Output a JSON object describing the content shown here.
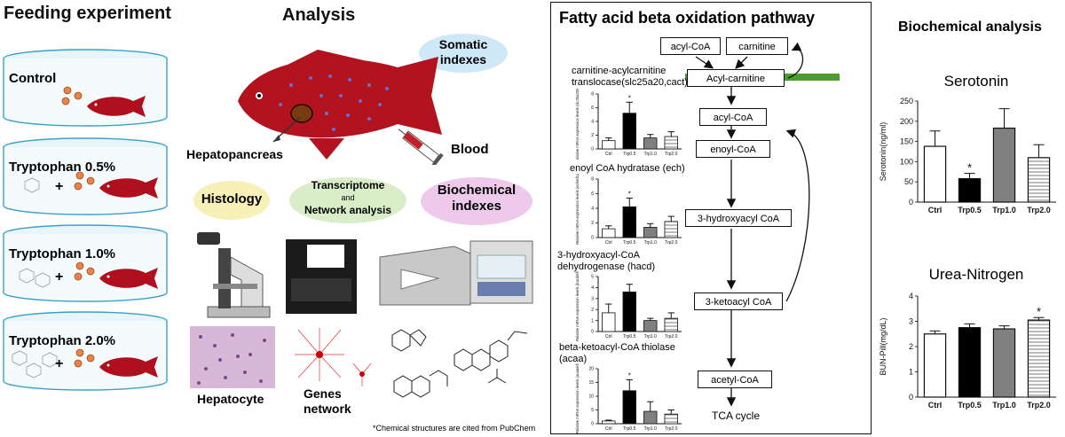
{
  "panels": {
    "feeding": {
      "title": "Feeding experiment",
      "groups": [
        "Control",
        "Tryptophan 0.5%",
        "Tryptophan 1.0%",
        "Tryptophan 2.0%"
      ],
      "plus": "+"
    },
    "analysis": {
      "title": "Analysis",
      "somatic": "Somatic indexes",
      "hepatopancreas": "Hepatopancreas",
      "blood": "Blood",
      "histology": "Histology",
      "transcriptome_1": "Transcriptome",
      "transcriptome_and": "and",
      "transcriptome_2": "Network analysis",
      "biochem_idx": "Biochemical indexes",
      "hepatocyte": "Hepatocyte",
      "genes_network": "Genes network",
      "footnote": "*Chemical structures are cited from PubChem"
    },
    "pathway": {
      "title": "Fatty acid beta oxidation pathway",
      "nodes": [
        "acyl-CoA",
        "carnitine",
        "Acyl-carnitine",
        "acyl-CoA",
        "enoyl-CoA",
        "3-hydroxyacyl CoA",
        "3-ketoacyl CoA",
        "acetyl-CoA"
      ],
      "end": "TCA cycle",
      "gene_labels": [
        "carnitine-acylcarnitine translocase(slc25a20,cact)",
        "enoyl CoA hydratase (ech)",
        "3-hydroxyacyl-CoA dehydrogenase (hacd)",
        "beta-ketoacyl-CoA thiolase (acaa)"
      ]
    },
    "biochem": {
      "title": "Biochemical analysis"
    }
  },
  "chart_data": [
    {
      "type": "bar",
      "title": "Serotonin",
      "categories": [
        "Ctrl",
        "Trp0.5",
        "Trp1.0",
        "Trp2.0"
      ],
      "values": [
        138,
        58,
        183,
        110
      ],
      "errors": [
        38,
        13,
        48,
        32
      ],
      "ylabel": "Serotonin(ng/ml)",
      "ylim": [
        0,
        250
      ],
      "yticks": [
        0,
        50,
        100,
        150,
        200,
        250
      ],
      "significant": "*",
      "sig_index": 1,
      "fills": [
        "#ffffff",
        "#000000",
        "#808080",
        "stripe"
      ]
    },
    {
      "type": "bar",
      "title": "Urea-Nitrogen",
      "categories": [
        "Ctrl",
        "Trp0.5",
        "Trp1.0",
        "Trp2.0"
      ],
      "values": [
        2.5,
        2.75,
        2.7,
        3.05
      ],
      "errors": [
        0.12,
        0.15,
        0.12,
        0.1
      ],
      "ylabel": "BUN-Pill(mg/dL)",
      "ylim": [
        0,
        4
      ],
      "yticks": [
        0,
        1,
        2,
        3,
        4
      ],
      "significant": "*",
      "sig_index": 3,
      "fills": [
        "#ffffff",
        "#000000",
        "#808080",
        "stripe"
      ]
    },
    {
      "type": "bar",
      "title": "",
      "categories": [
        "Ctrl",
        "Trp0.5",
        "Trp1.0",
        "Trp2.0"
      ],
      "values": [
        1.2,
        5.2,
        1.6,
        1.8
      ],
      "errors": [
        0.4,
        1.6,
        0.5,
        0.7
      ],
      "ylabel": "Relative mRNA expression levels (slc25a20/ef1α)",
      "ylim": [
        0,
        8
      ],
      "yticks": [
        0,
        2,
        4,
        6,
        8
      ],
      "significant": "*",
      "sig_index": 1,
      "fills": [
        "#ffffff",
        "#000000",
        "#808080",
        "stripe"
      ]
    },
    {
      "type": "bar",
      "title": "",
      "categories": [
        "Ctrl",
        "Trp0.5",
        "Trp1.0",
        "Trp2.0"
      ],
      "values": [
        1.2,
        4.2,
        1.4,
        2.2
      ],
      "errors": [
        0.4,
        1.2,
        0.5,
        0.7
      ],
      "ylabel": "Relative mRNA expression levels (ech/ef1α)",
      "ylim": [
        0,
        8
      ],
      "yticks": [
        0,
        2,
        4,
        6,
        8
      ],
      "significant": "*",
      "sig_index": 1,
      "fills": [
        "#ffffff",
        "#000000",
        "#808080",
        "stripe"
      ]
    },
    {
      "type": "bar",
      "title": "",
      "categories": [
        "Ctrl",
        "Trp0.5",
        "Trp1.0",
        "Trp2.0"
      ],
      "values": [
        1.7,
        3.6,
        1.0,
        1.2
      ],
      "errors": [
        0.8,
        0.7,
        0.2,
        0.5
      ],
      "ylabel": "Relative mRNA expression levels (hacd/ef1α)",
      "ylim": [
        0,
        5
      ],
      "yticks": [
        0,
        1,
        2,
        3,
        4,
        5
      ],
      "significant": "",
      "sig_index": -1,
      "fills": [
        "#ffffff",
        "#000000",
        "#808080",
        "stripe"
      ]
    },
    {
      "type": "bar",
      "title": "",
      "categories": [
        "Ctrl",
        "Trp0.5",
        "Trp1.0",
        "Trp2.0"
      ],
      "values": [
        1,
        12,
        4.5,
        3.5
      ],
      "errors": [
        0.3,
        4,
        3.5,
        1.5
      ],
      "ylabel": "Relative mRNA expression levels (acaa/ef1α)",
      "ylim": [
        0,
        20
      ],
      "yticks": [
        0,
        5,
        10,
        15,
        20
      ],
      "significant": "*",
      "sig_index": 1,
      "fills": [
        "#ffffff",
        "#000000",
        "#808080",
        "stripe"
      ]
    }
  ]
}
